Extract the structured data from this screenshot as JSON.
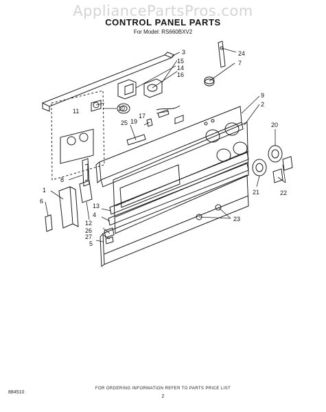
{
  "watermark": "AppliancePartsPros.com",
  "title": "CONTROL PANEL PARTS",
  "model": "For Model: RS660BXV2",
  "footer_note": "FOR ORDERING INFORMATION REFER TO PARTS PRICE LIST",
  "page_number": "2",
  "doc_code": "884510",
  "callouts": {
    "c1": "1",
    "c2": "2",
    "c3": "3",
    "c4": "4",
    "c5": "5",
    "c6": "6",
    "c7": "7",
    "c8": "8",
    "c9": "9",
    "c10": "10",
    "c11": "11",
    "c12": "12",
    "c13": "13",
    "c14": "14",
    "c15": "15",
    "c16": "16",
    "c17": "17",
    "c19": "19",
    "c20": "20",
    "c21": "21",
    "c22": "22",
    "c23": "23",
    "c24": "24",
    "c25": "25",
    "c26": "26",
    "c27": "27"
  },
  "colors": {
    "line": "#1a1a1a",
    "watermark": "#d4d4d4",
    "background": "#ffffff"
  }
}
